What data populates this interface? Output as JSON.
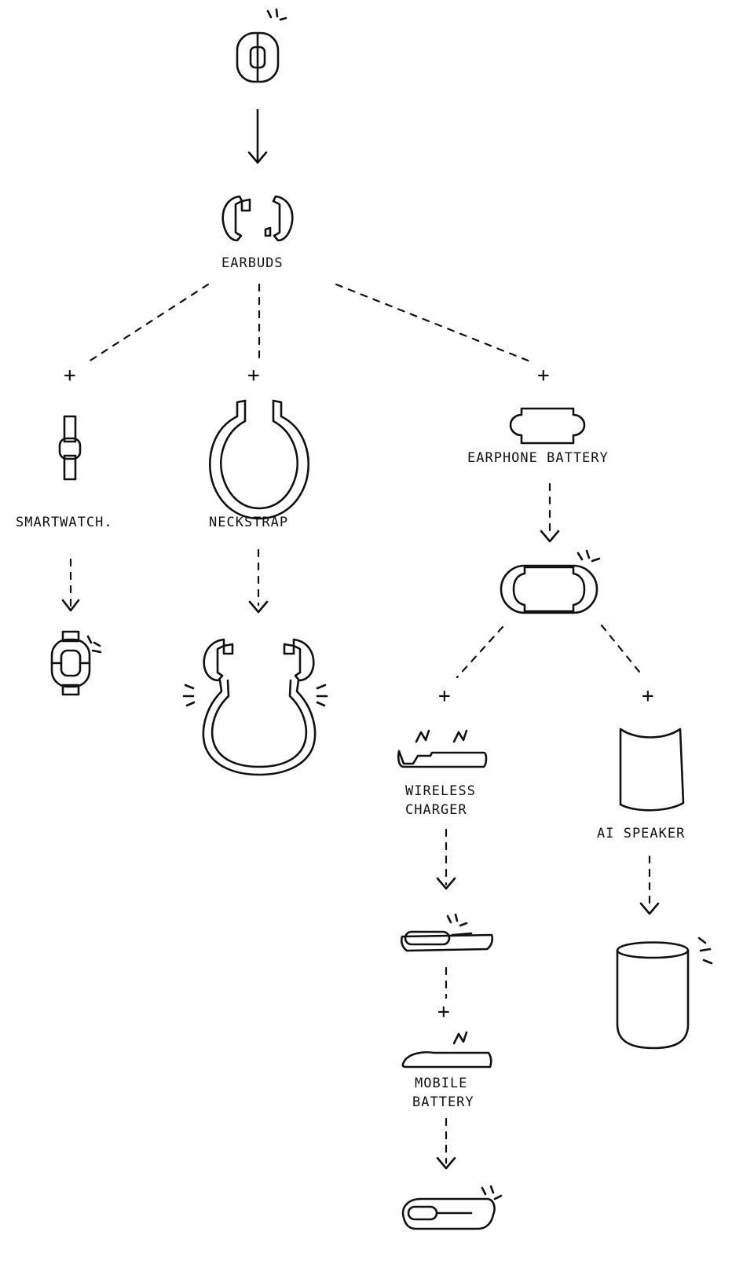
{
  "labels": {
    "earbuds": "EARBUDS",
    "smartwatch": "SMARTWATCH.",
    "neckstrap": "NECKSTRAP",
    "earphone_battery": "EARPHONE BATTERY",
    "wireless_charger_line1": "WIRELESS",
    "wireless_charger_line2": "CHARGER",
    "ai_speaker": "AI SPEAKER",
    "mobile_battery_line1": "MOBILE",
    "mobile_battery_line2": "BATTERY"
  },
  "connectors": {
    "plus": "+"
  },
  "colors": {
    "ink": "#111111",
    "background": "#ffffff"
  }
}
